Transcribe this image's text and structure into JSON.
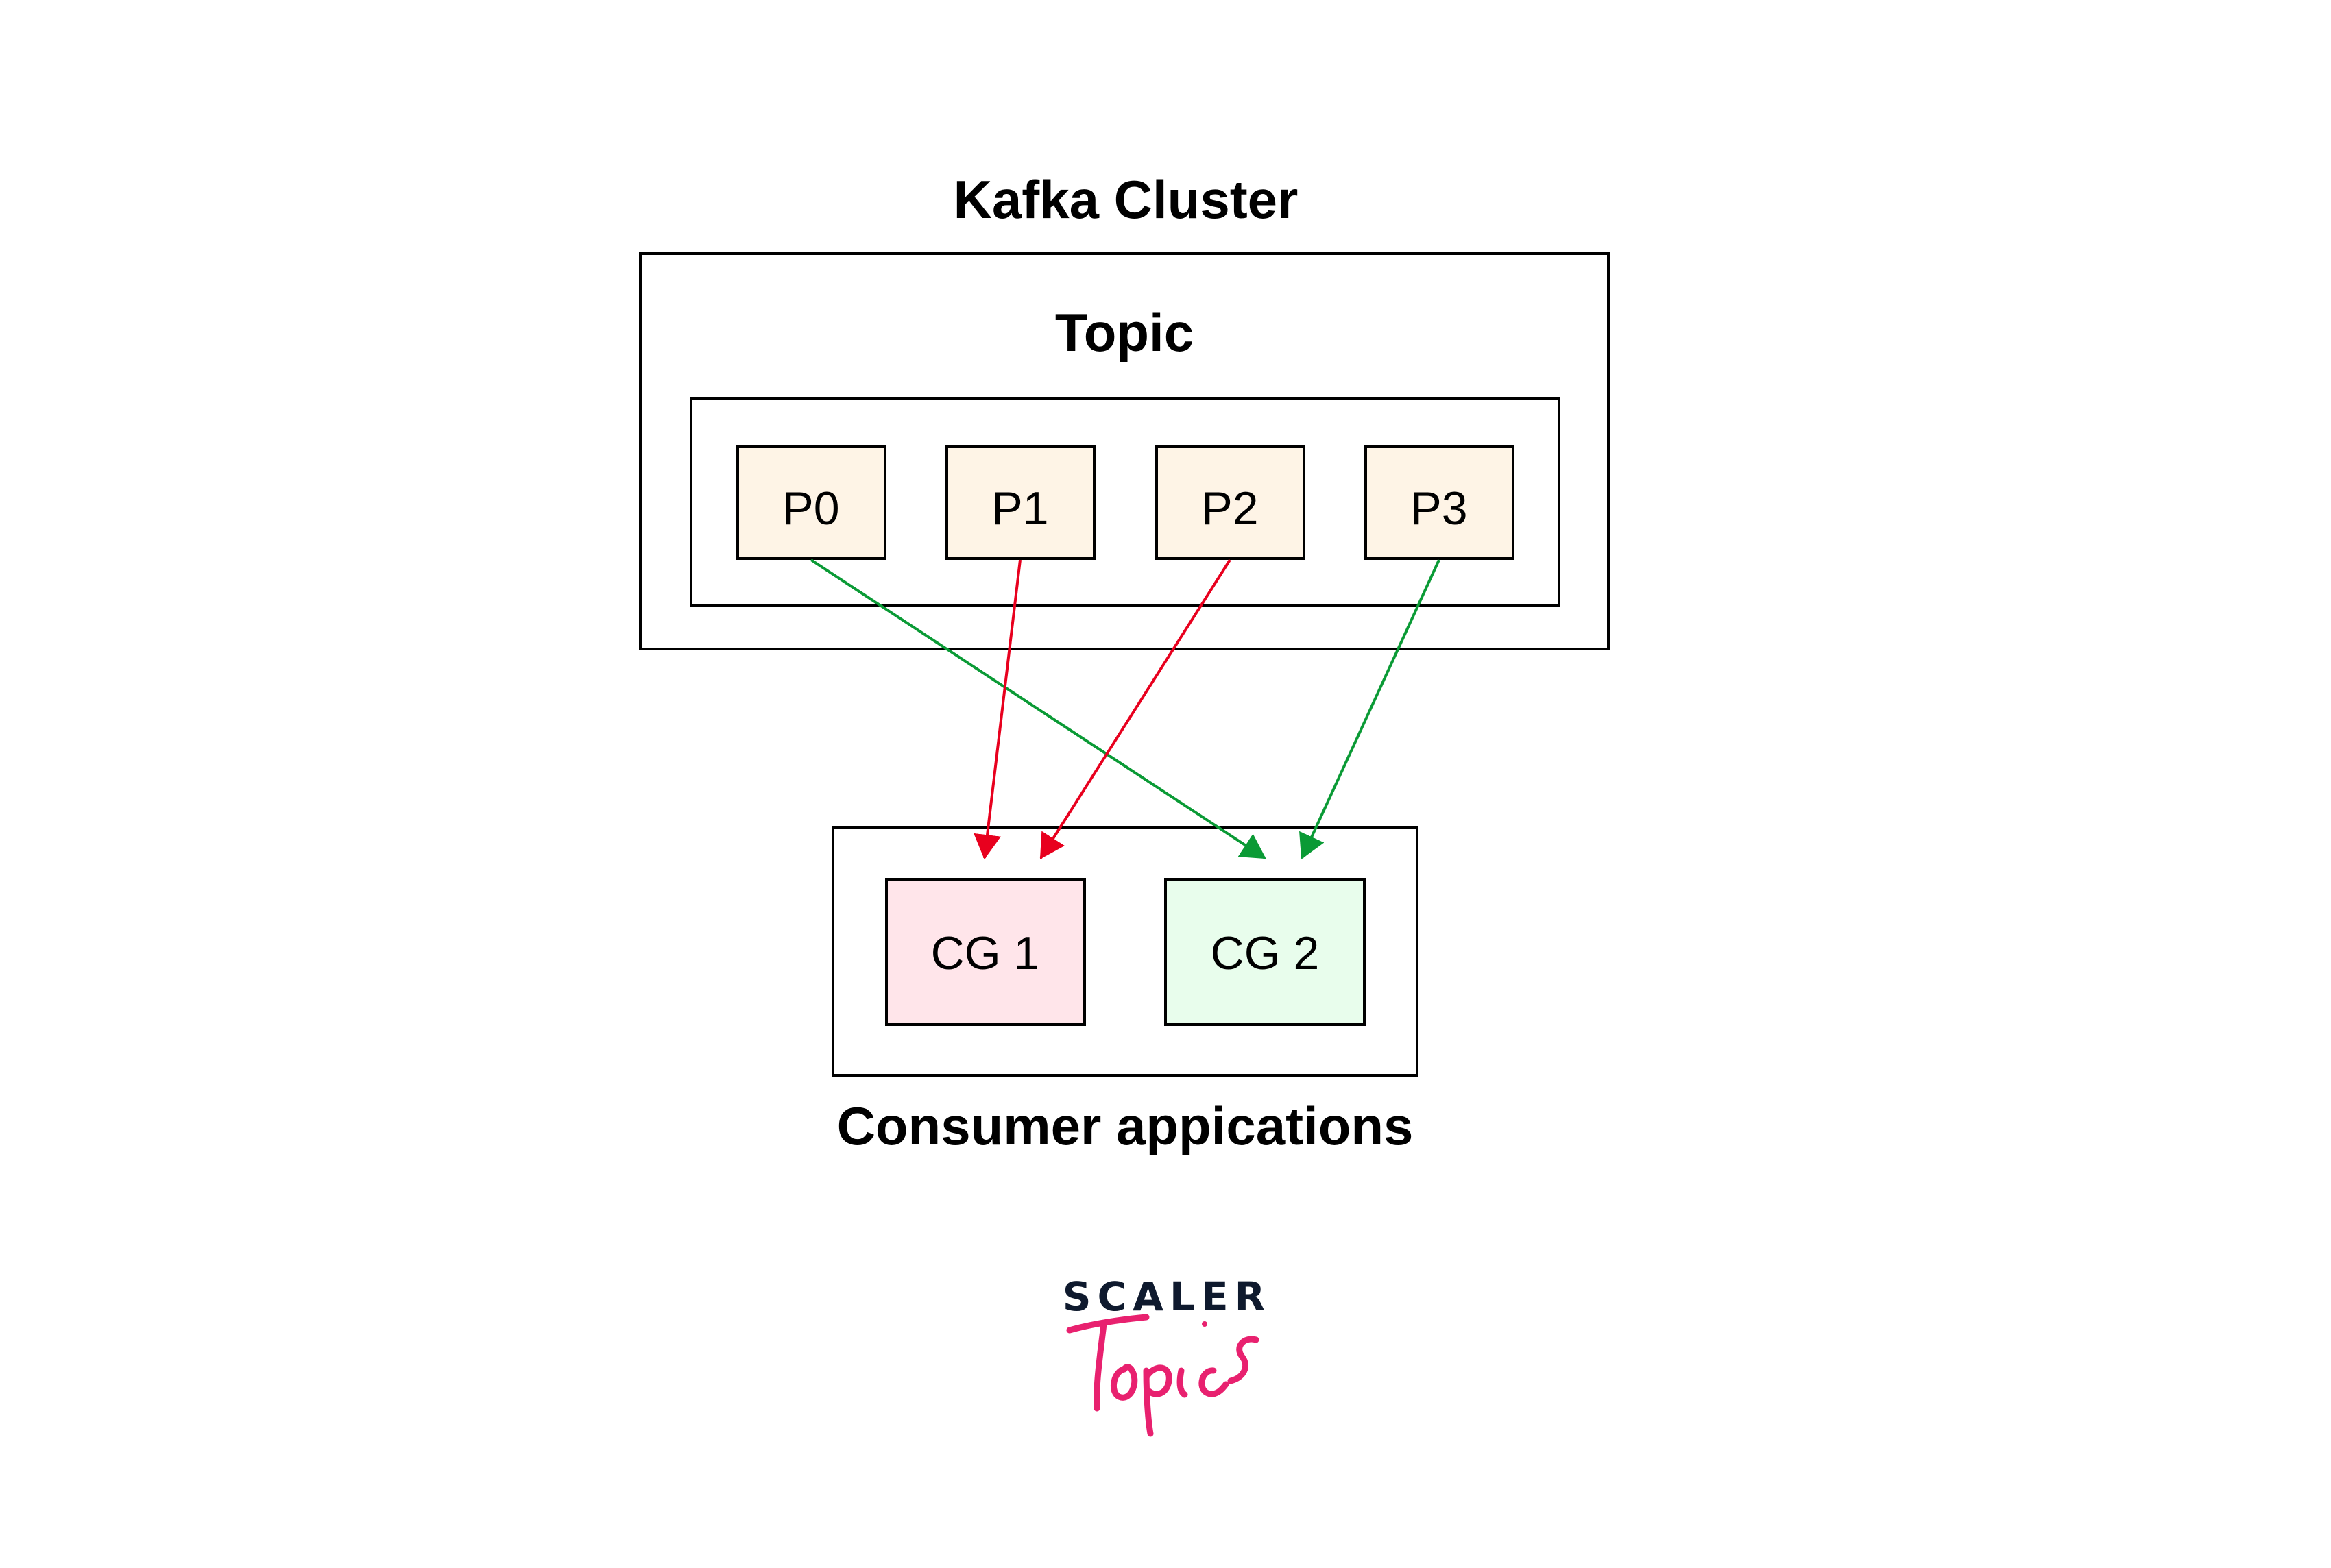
{
  "diagram": {
    "cluster_title": "Kafka Cluster",
    "topic_title": "Topic",
    "consumer_title": "Consumer appications",
    "partitions": [
      {
        "id": "P0",
        "label": "P0"
      },
      {
        "id": "P1",
        "label": "P1"
      },
      {
        "id": "P2",
        "label": "P2"
      },
      {
        "id": "P3",
        "label": "P3"
      }
    ],
    "consumer_groups": [
      {
        "id": "CG1",
        "label": "CG 1"
      },
      {
        "id": "CG2",
        "label": "CG 2"
      }
    ],
    "edges": [
      {
        "from": "P0",
        "to": "CG2",
        "color": "green"
      },
      {
        "from": "P1",
        "to": "CG1",
        "color": "red"
      },
      {
        "from": "P2",
        "to": "CG1",
        "color": "red"
      },
      {
        "from": "P3",
        "to": "CG2",
        "color": "green"
      }
    ],
    "colors": {
      "partition_fill": "#FEF4E6",
      "cg1_fill": "#FFE5EA",
      "cg2_fill": "#E8FDEC",
      "red": "#E8001E",
      "green": "#0A9A35",
      "stroke": "#000000"
    }
  },
  "logo": {
    "brand": "SCALER",
    "sub": "Topics",
    "brand_color": "#0F1A2E",
    "sub_color": "#E8216F"
  }
}
